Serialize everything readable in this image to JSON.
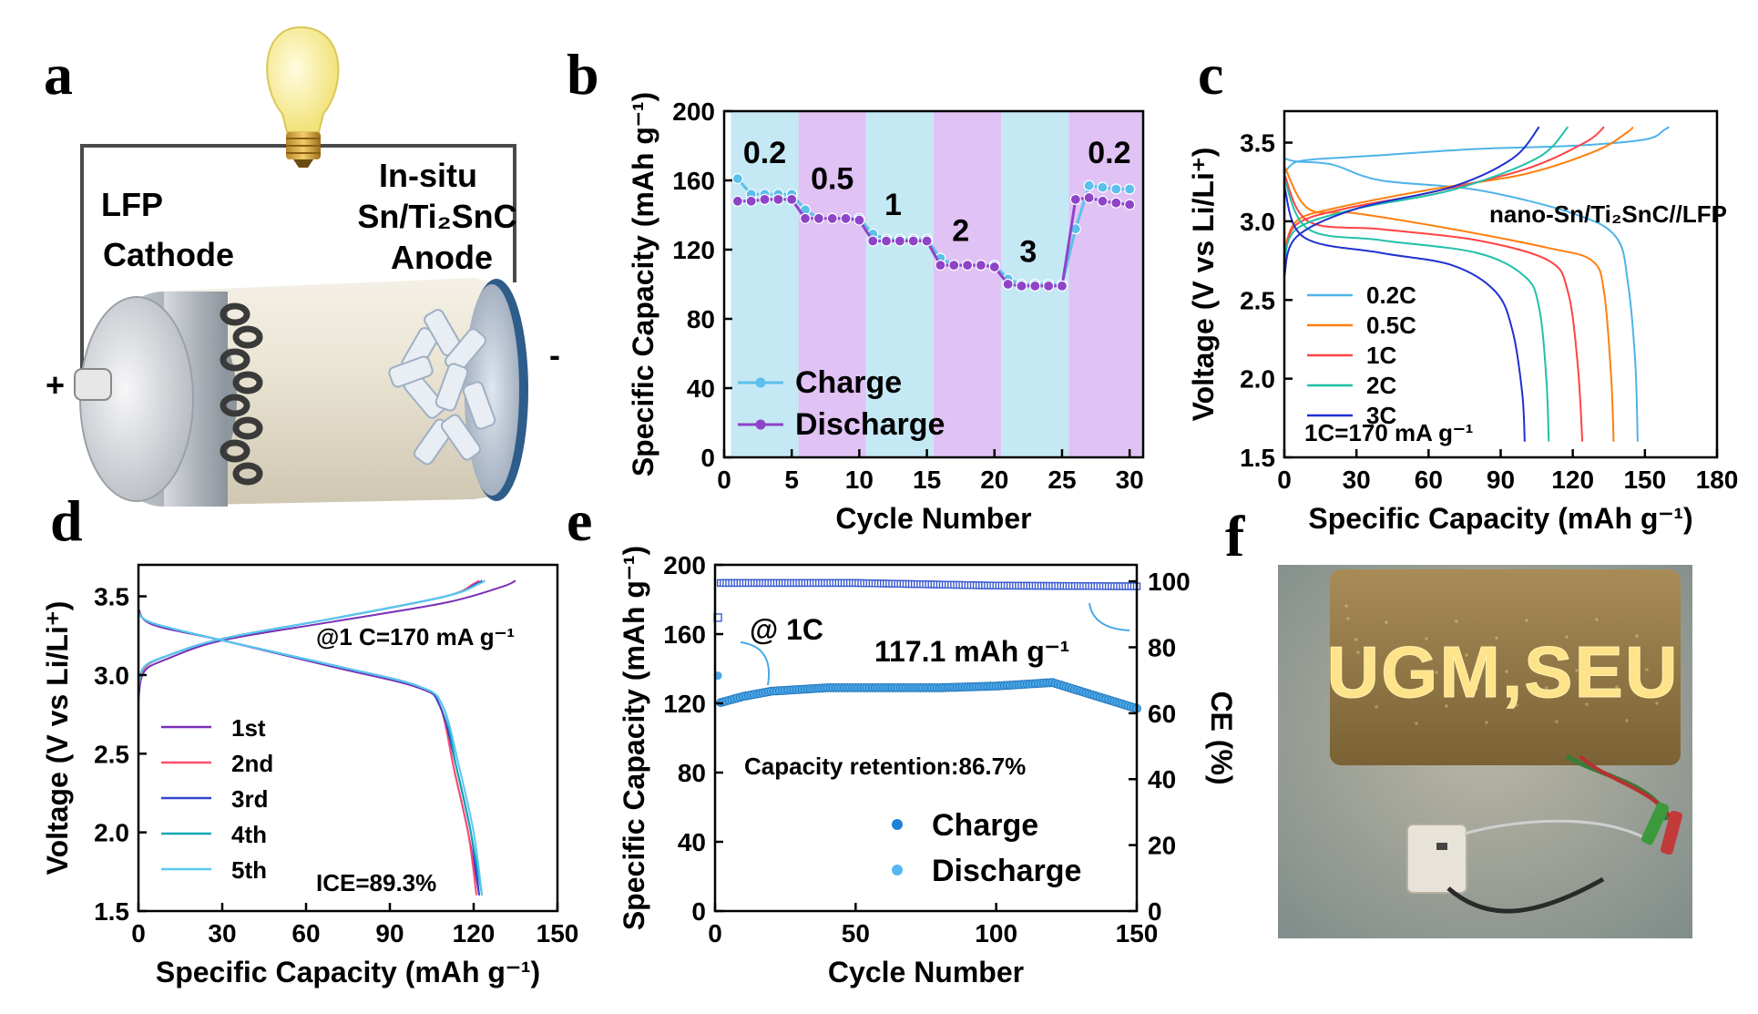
{
  "labels": {
    "a": "a",
    "b": "b",
    "c": "c",
    "d": "d",
    "e": "e",
    "f": "f"
  },
  "panel_a": {
    "cathode_line1": "LFP",
    "cathode_line2": "Cathode",
    "anode_line1": "In-situ",
    "anode_line2": "Sn/Ti₂SnC",
    "anode_line3": "Anode",
    "plus": "+",
    "minus": "-"
  },
  "panel_f": {
    "sign_text": "UGM,SEU"
  },
  "colors": {
    "charge": "#5bc0eb",
    "discharge": "#8e44c8",
    "band_blue": "#c5e8f5",
    "band_purple": "#e0c2f5",
    "c_02": "#4fb3e8",
    "c_05": "#ff7f0e",
    "c_1": "#ff4444",
    "c_2": "#20c0a8",
    "c_3": "#2030d0",
    "d_1": "#7a2fb8",
    "d_2": "#ff4d6d",
    "d_3": "#3344cc",
    "d_4": "#10a8b8",
    "d_5": "#58c8f0",
    "e_ce": "#3a5ad0",
    "e_cap": "#4aa8e8"
  },
  "chart_data": [
    {
      "id": "b",
      "type": "line",
      "xlabel": "Cycle Number",
      "ylabel": "Specific Capacity (mAh g⁻¹)",
      "xlim": [
        0,
        31
      ],
      "ylim": [
        0,
        200
      ],
      "xticks": [
        "0",
        "5",
        "10",
        "15",
        "20",
        "25",
        "30"
      ],
      "yticks": [
        "0",
        "40",
        "80",
        "120",
        "160",
        "200"
      ],
      "x": [
        1,
        2,
        3,
        4,
        5,
        6,
        7,
        8,
        9,
        10,
        11,
        12,
        13,
        14,
        15,
        16,
        17,
        18,
        19,
        20,
        21,
        22,
        23,
        24,
        25,
        26,
        27,
        28,
        29,
        30
      ],
      "series": [
        {
          "name": "Charge",
          "values": [
            161,
            152,
            152,
            152,
            152,
            143,
            138,
            138,
            138,
            138,
            129,
            126,
            126,
            126,
            126,
            115,
            111,
            111,
            111,
            111,
            103,
            100,
            100,
            100,
            100,
            132,
            157,
            156,
            155,
            155
          ]
        },
        {
          "name": "Discharge",
          "values": [
            148,
            148,
            149,
            149,
            149,
            138,
            138,
            138,
            138,
            137,
            125,
            125,
            125,
            125,
            125,
            111,
            111,
            111,
            111,
            110,
            100,
            99,
            99,
            99,
            99,
            149,
            150,
            148,
            147,
            146
          ]
        }
      ],
      "bands": [
        [
          0.5,
          5.5
        ],
        [
          5.5,
          10.5
        ],
        [
          10.5,
          15.5
        ],
        [
          15.5,
          20.5
        ],
        [
          20.5,
          25.5
        ],
        [
          25.5,
          31
        ]
      ],
      "rate_labels": [
        {
          "text": "0.2",
          "x": 3,
          "y": 170
        },
        {
          "text": "0.5",
          "x": 8,
          "y": 155
        },
        {
          "text": "1",
          "x": 12.5,
          "y": 140
        },
        {
          "text": "2",
          "x": 17.5,
          "y": 125
        },
        {
          "text": "3",
          "x": 22.5,
          "y": 113
        },
        {
          "text": "0.2",
          "x": 28.5,
          "y": 170
        }
      ],
      "legend": "bottom-left"
    },
    {
      "id": "c",
      "type": "line",
      "xlabel": "Specific Capacity (mAh g⁻¹)",
      "ylabel": "Voltage (V vs Li/Li⁺)",
      "xlim": [
        0,
        180
      ],
      "ylim": [
        1.5,
        3.7
      ],
      "xticks": [
        "0",
        "30",
        "60",
        "90",
        "120",
        "150",
        "180"
      ],
      "yticks": [
        "1.5",
        "2.0",
        "2.5",
        "3.0",
        "3.5"
      ],
      "annotation": "nano-Sn/Ti₂SnC//LFP",
      "note": "1C=170 mA g⁻¹",
      "series": [
        {
          "name": "0.2C",
          "charge": [
            [
              0,
              3.3
            ],
            [
              3,
              3.36
            ],
            [
              10,
              3.39
            ],
            [
              40,
              3.42
            ],
            [
              80,
              3.46
            ],
            [
              120,
              3.48
            ],
            [
              150,
              3.52
            ],
            [
              158,
              3.58
            ],
            [
              160,
              3.6
            ]
          ],
          "discharge": [
            [
              0,
              3.4
            ],
            [
              5,
              3.38
            ],
            [
              20,
              3.36
            ],
            [
              40,
              3.26
            ],
            [
              80,
              3.2
            ],
            [
              120,
              3.05
            ],
            [
              138,
              2.9
            ],
            [
              143,
              2.6
            ],
            [
              146,
              2.1
            ],
            [
              147,
              1.6
            ]
          ]
        },
        {
          "name": "0.5C",
          "charge": [
            [
              0,
              2.82
            ],
            [
              5,
              3.0
            ],
            [
              20,
              3.08
            ],
            [
              60,
              3.2
            ],
            [
              100,
              3.3
            ],
            [
              130,
              3.45
            ],
            [
              143,
              3.57
            ],
            [
              145,
              3.6
            ]
          ],
          "discharge": [
            [
              0,
              3.35
            ],
            [
              10,
              3.08
            ],
            [
              30,
              3.05
            ],
            [
              70,
              2.95
            ],
            [
              110,
              2.83
            ],
            [
              128,
              2.75
            ],
            [
              133,
              2.55
            ],
            [
              136,
              2.0
            ],
            [
              137,
              1.6
            ]
          ]
        },
        {
          "name": "1C",
          "charge": [
            [
              0,
              2.78
            ],
            [
              5,
              2.98
            ],
            [
              25,
              3.08
            ],
            [
              60,
              3.18
            ],
            [
              100,
              3.33
            ],
            [
              125,
              3.5
            ],
            [
              133,
              3.6
            ]
          ],
          "discharge": [
            [
              0,
              3.3
            ],
            [
              10,
              3.0
            ],
            [
              40,
              2.95
            ],
            [
              80,
              2.88
            ],
            [
              110,
              2.75
            ],
            [
              118,
              2.55
            ],
            [
              122,
              2.1
            ],
            [
              124,
              1.6
            ]
          ]
        },
        {
          "name": "2C",
          "charge": [
            [
              0,
              2.73
            ],
            [
              5,
              2.95
            ],
            [
              30,
              3.08
            ],
            [
              70,
              3.2
            ],
            [
              105,
              3.4
            ],
            [
              118,
              3.6
            ]
          ],
          "discharge": [
            [
              0,
              3.27
            ],
            [
              10,
              2.95
            ],
            [
              40,
              2.88
            ],
            [
              80,
              2.8
            ],
            [
              100,
              2.65
            ],
            [
              106,
              2.45
            ],
            [
              109,
              2.0
            ],
            [
              110,
              1.6
            ]
          ]
        },
        {
          "name": "3C",
          "charge": [
            [
              0,
              2.65
            ],
            [
              5,
              2.9
            ],
            [
              30,
              3.08
            ],
            [
              70,
              3.22
            ],
            [
              95,
              3.4
            ],
            [
              106,
              3.6
            ]
          ],
          "discharge": [
            [
              0,
              3.22
            ],
            [
              8,
              2.9
            ],
            [
              40,
              2.8
            ],
            [
              70,
              2.72
            ],
            [
              88,
              2.55
            ],
            [
              95,
              2.3
            ],
            [
              99,
              1.9
            ],
            [
              100,
              1.6
            ]
          ]
        }
      ],
      "legend": "left"
    },
    {
      "id": "d",
      "type": "line",
      "xlabel": "Specific Capacity (mAh g⁻¹)",
      "ylabel": "Voltage (V vs Li/Li⁺)",
      "xlim": [
        0,
        150
      ],
      "ylim": [
        1.5,
        3.7
      ],
      "xticks": [
        "0",
        "30",
        "60",
        "90",
        "120",
        "150"
      ],
      "yticks": [
        "1.5",
        "2.0",
        "2.5",
        "3.0",
        "3.5"
      ],
      "annotation": "@1 C=170 mA g⁻¹",
      "note": "ICE=89.3%",
      "series": [
        {
          "name": "1st",
          "charge": [
            [
              0,
              2.85
            ],
            [
              2,
              3.02
            ],
            [
              10,
              3.1
            ],
            [
              30,
              3.22
            ],
            [
              70,
              3.34
            ],
            [
              110,
              3.46
            ],
            [
              130,
              3.56
            ],
            [
              135,
              3.6
            ]
          ],
          "discharge": [
            [
              0,
              3.42
            ],
            [
              5,
              3.32
            ],
            [
              30,
              3.22
            ],
            [
              70,
              3.05
            ],
            [
              100,
              2.92
            ],
            [
              108,
              2.8
            ],
            [
              113,
              2.4
            ],
            [
              118,
              2.0
            ],
            [
              122,
              1.6
            ]
          ]
        },
        {
          "name": "2nd",
          "charge": [
            [
              0,
              2.9
            ],
            [
              2,
              3.04
            ],
            [
              10,
              3.12
            ],
            [
              30,
              3.23
            ],
            [
              70,
              3.36
            ],
            [
              110,
              3.5
            ],
            [
              120,
              3.58
            ],
            [
              122,
              3.6
            ]
          ],
          "discharge": [
            [
              0,
              3.4
            ],
            [
              5,
              3.33
            ],
            [
              30,
              3.22
            ],
            [
              70,
              3.06
            ],
            [
              100,
              2.93
            ],
            [
              108,
              2.8
            ],
            [
              113,
              2.4
            ],
            [
              118,
              2.0
            ],
            [
              121,
              1.6
            ]
          ]
        },
        {
          "name": "3rd",
          "charge": [
            [
              0,
              2.92
            ],
            [
              2,
              3.05
            ],
            [
              10,
              3.12
            ],
            [
              30,
              3.23
            ],
            [
              70,
              3.36
            ],
            [
              110,
              3.5
            ],
            [
              121,
              3.58
            ],
            [
              123,
              3.6
            ]
          ],
          "discharge": [
            [
              0,
              3.4
            ],
            [
              5,
              3.33
            ],
            [
              30,
              3.22
            ],
            [
              70,
              3.06
            ],
            [
              100,
              2.93
            ],
            [
              108,
              2.8
            ],
            [
              114,
              2.4
            ],
            [
              119,
              2.0
            ],
            [
              122,
              1.6
            ]
          ]
        },
        {
          "name": "4th",
          "charge": [
            [
              0,
              2.92
            ],
            [
              2,
              3.05
            ],
            [
              10,
              3.12
            ],
            [
              30,
              3.23
            ],
            [
              70,
              3.36
            ],
            [
              110,
              3.5
            ],
            [
              122,
              3.58
            ],
            [
              124,
              3.6
            ]
          ],
          "discharge": [
            [
              0,
              3.4
            ],
            [
              5,
              3.33
            ],
            [
              30,
              3.22
            ],
            [
              70,
              3.06
            ],
            [
              100,
              2.93
            ],
            [
              109,
              2.8
            ],
            [
              114,
              2.4
            ],
            [
              119,
              2.0
            ],
            [
              123,
              1.6
            ]
          ]
        },
        {
          "name": "5th",
          "charge": [
            [
              0,
              2.92
            ],
            [
              2,
              3.05
            ],
            [
              10,
              3.12
            ],
            [
              30,
              3.23
            ],
            [
              70,
              3.36
            ],
            [
              110,
              3.5
            ],
            [
              122,
              3.58
            ],
            [
              124,
              3.6
            ]
          ],
          "discharge": [
            [
              0,
              3.4
            ],
            [
              5,
              3.33
            ],
            [
              30,
              3.22
            ],
            [
              70,
              3.06
            ],
            [
              100,
              2.93
            ],
            [
              109,
              2.8
            ],
            [
              115,
              2.4
            ],
            [
              120,
              2.0
            ],
            [
              123,
              1.6
            ]
          ]
        }
      ],
      "legend": "bottom-left"
    },
    {
      "id": "e",
      "type": "scatter",
      "xlabel": "Cycle Number",
      "ylabel": "Specific Capacity (mAh g⁻¹)",
      "y2label": "CE (%)",
      "xlim": [
        0,
        150
      ],
      "ylim": [
        0,
        200
      ],
      "y2lim": [
        0,
        105
      ],
      "xticks": [
        "0",
        "50",
        "100",
        "150"
      ],
      "yticks": [
        "0",
        "40",
        "80",
        "120",
        "160",
        "200"
      ],
      "y2ticks": [
        "0",
        "20",
        "40",
        "60",
        "80",
        "100"
      ],
      "annotation_rate": "@ 1C",
      "annotation_cap": "117.1 mAh g⁻¹",
      "annotation_ret": "Capacity retention:86.7%",
      "capacity_profile": [
        [
          1,
          120
        ],
        [
          10,
          124
        ],
        [
          20,
          127
        ],
        [
          40,
          129
        ],
        [
          80,
          129
        ],
        [
          100,
          130
        ],
        [
          120,
          132
        ],
        [
          130,
          127
        ],
        [
          140,
          122
        ],
        [
          150,
          117
        ]
      ],
      "ce_profile": [
        [
          2,
          99.5
        ],
        [
          50,
          99.5
        ],
        [
          100,
          98.7
        ],
        [
          150,
          98.5
        ]
      ],
      "ce_first": 89,
      "cap_first": 136,
      "series": [
        {
          "name": "Charge"
        },
        {
          "name": "Discharge"
        }
      ],
      "legend": "bottom-right"
    }
  ]
}
